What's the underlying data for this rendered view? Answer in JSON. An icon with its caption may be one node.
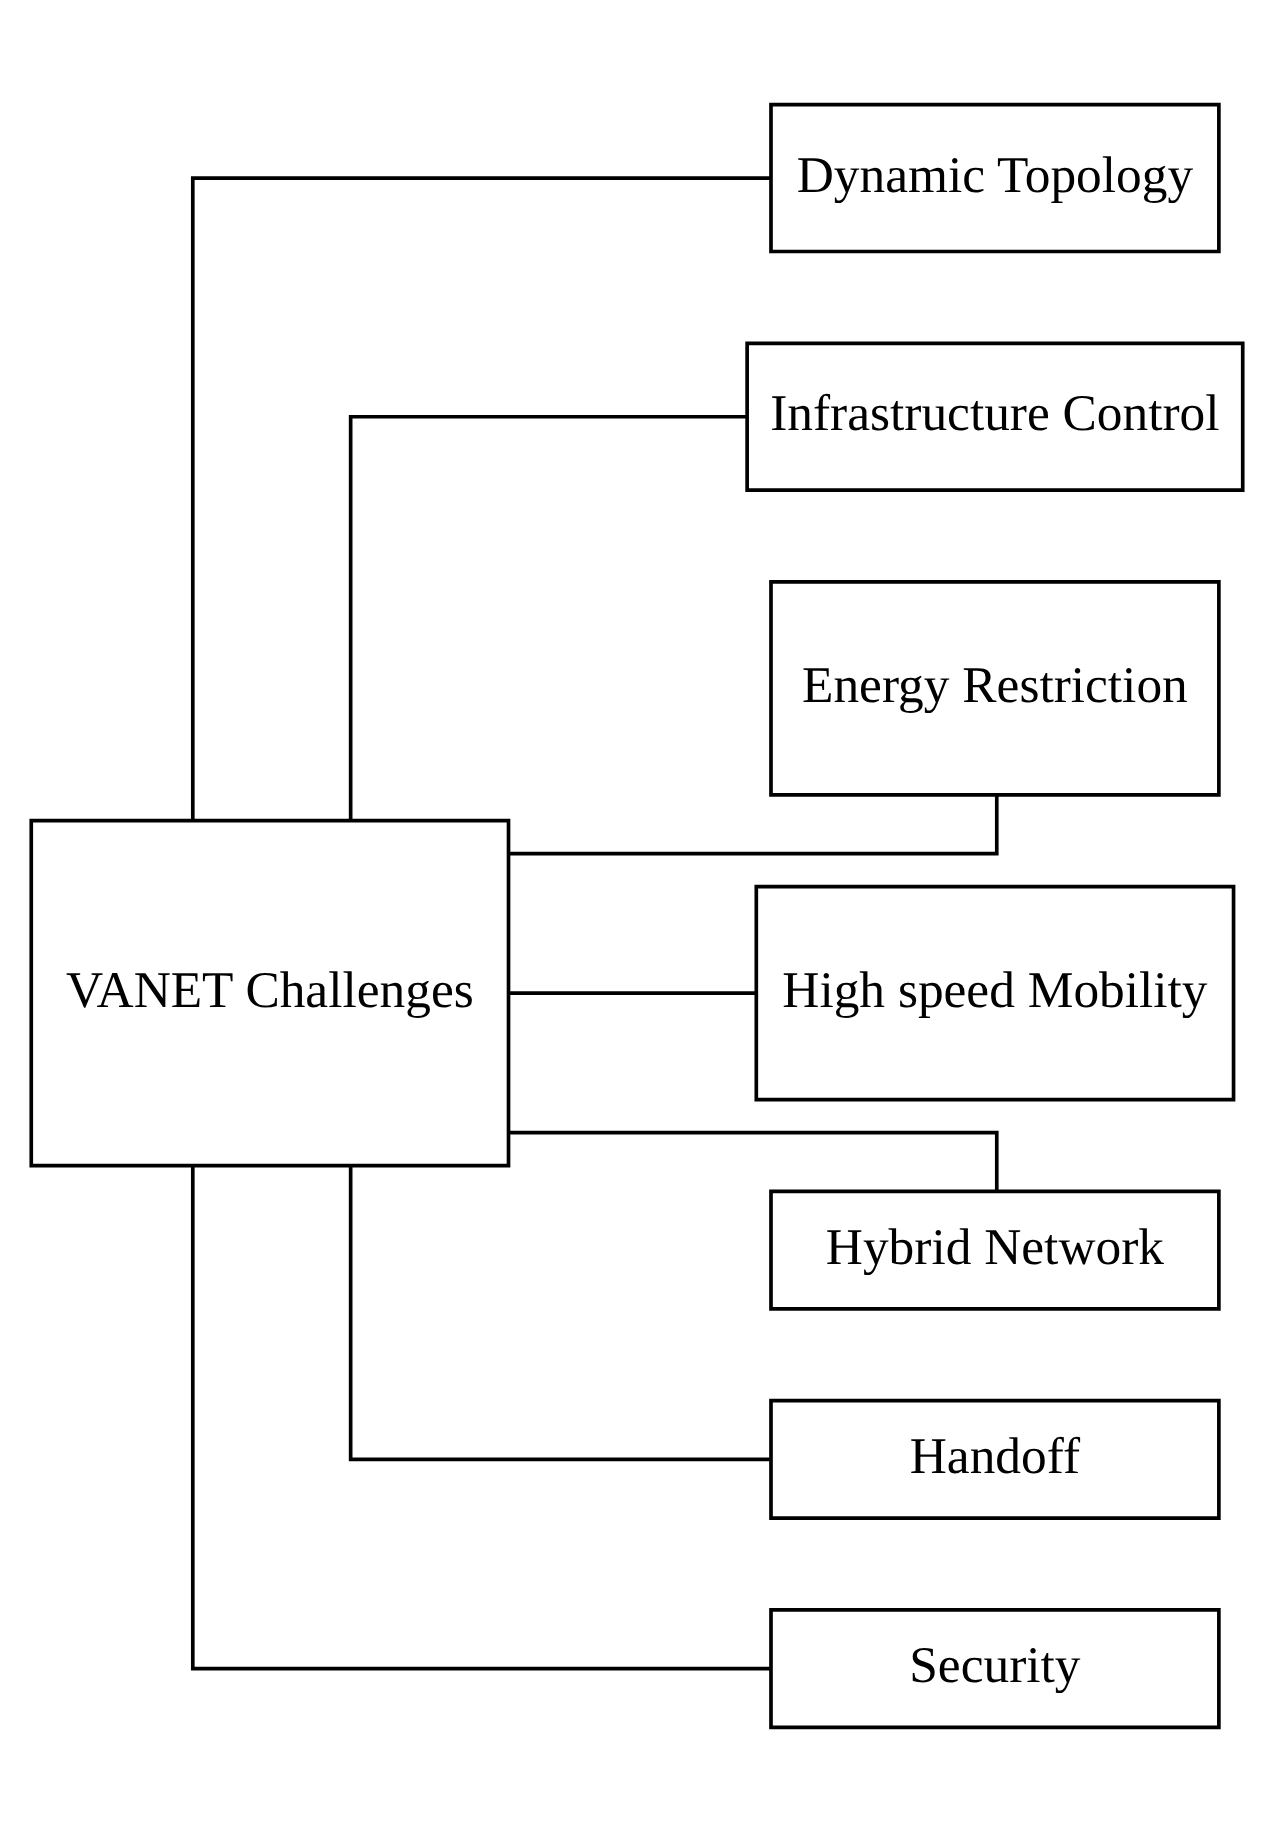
{
  "diagram": {
    "nodes": [
      {
        "text": [
          "VANET Challenges"
        ]
      },
      {
        "text": [
          "Dynamic Topology"
        ]
      },
      {
        "text": [
          "Infrastructure Control"
        ]
      },
      {
        "text": [
          "Energy Restriction"
        ]
      },
      {
        "text": [
          "High speed Mobility"
        ]
      },
      {
        "text": [
          "Hybrid Network"
        ]
      },
      {
        "text": [
          "Handoff"
        ]
      },
      {
        "text": [
          "Security"
        ]
      }
    ],
    "edges": [
      {
        "from": 0,
        "to": 1,
        "arrow": "none"
      },
      {
        "from": 0,
        "to": 2,
        "arrow": "none"
      },
      {
        "from": 0,
        "to": 3,
        "arrow": "none"
      },
      {
        "from": 0,
        "to": 4,
        "arrow": "none"
      },
      {
        "from": 0,
        "to": 5,
        "arrow": "none"
      },
      {
        "from": 0,
        "to": 6,
        "arrow": "none"
      },
      {
        "from": 0,
        "to": 7,
        "arrow": "none"
      }
    ]
  }
}
